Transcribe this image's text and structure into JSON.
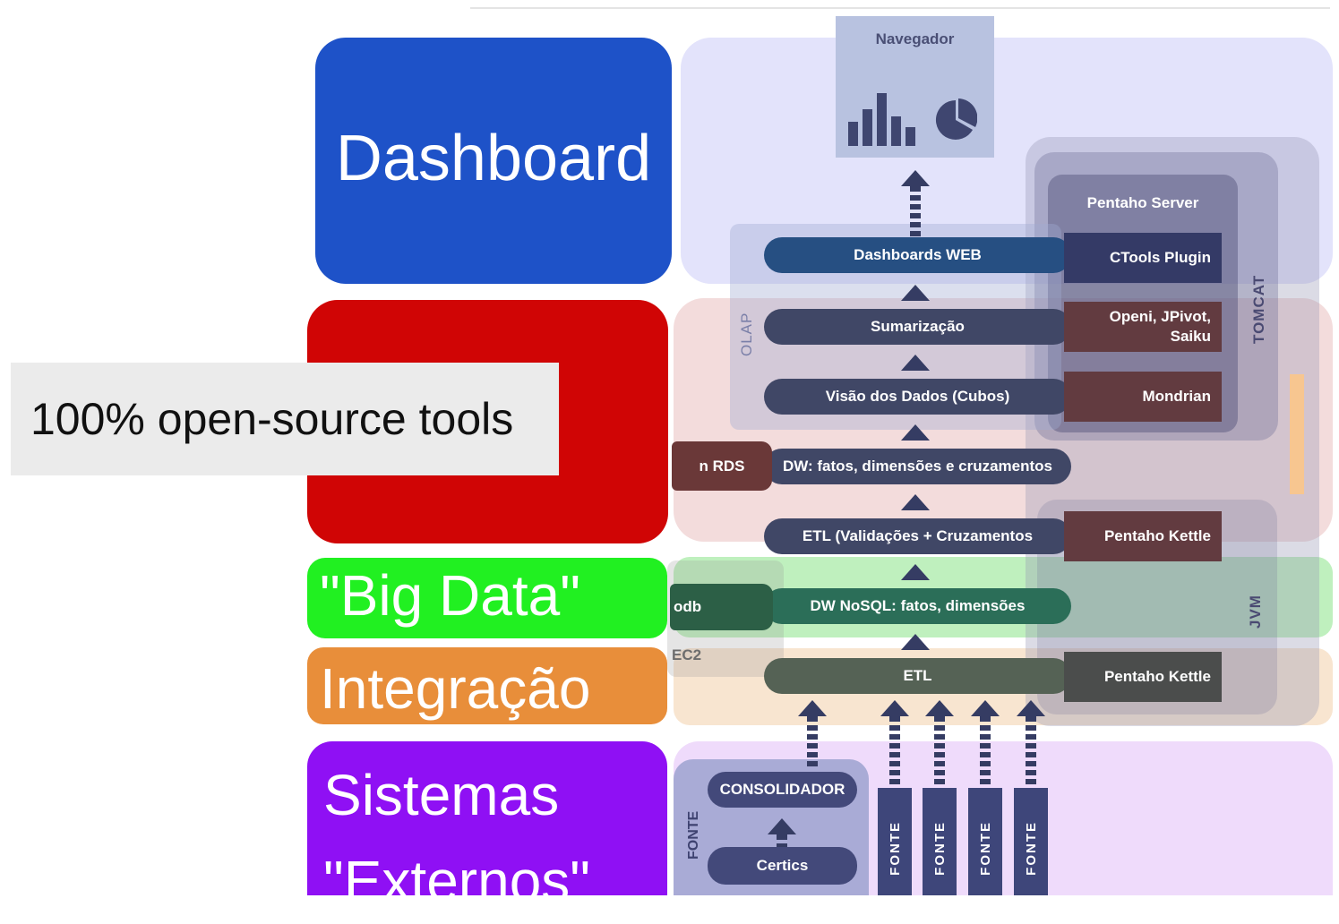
{
  "layers": {
    "dashboard": "Dashboard",
    "big_data": "\"Big Data\"",
    "integracao": "Integração",
    "sistemas_line1": "Sistemas",
    "sistemas_line2": "\"Externos\""
  },
  "callout": "100% open-source tools",
  "browser": {
    "title": "Navegador"
  },
  "containers": {
    "tomcat": "TOMCAT",
    "jvm": "JVM",
    "olap": "OLAP",
    "pentaho_server": "Pentaho Server",
    "ec2": "EC2"
  },
  "pipeline": [
    "Dashboards WEB",
    "Sumarização",
    "Visão dos Dados (Cubos)",
    "DW: fatos, dimensões e cruzamentos",
    "ETL (Validações + Cruzamentos",
    "DW NoSQL: fatos, dimensões",
    "ETL"
  ],
  "plugins": {
    "ctools": "CTools Plugin",
    "openi_line1": "Openi, JPivot,",
    "openi_line2": "Saiku",
    "mondrian": "Mondrian",
    "kettle_1": "Pentaho Kettle",
    "kettle_2": "Pentaho Kettle"
  },
  "side_stores": {
    "rds": "n RDS",
    "nosql": "odb"
  },
  "sources": {
    "group_label": "FONTE",
    "consolidador": "CONSOLIDADOR",
    "certics": "Certics",
    "fonte_1": "FONTE",
    "fonte_2": "FONTE",
    "fonte_3": "FONTE",
    "fonte_4": "FONTE"
  },
  "colors": {
    "dashboard": "#1e52c8",
    "analytics": "#d00505",
    "big_data": "#21f021",
    "integracao": "#e88e3a",
    "sistemas": "#8f10f4"
  }
}
